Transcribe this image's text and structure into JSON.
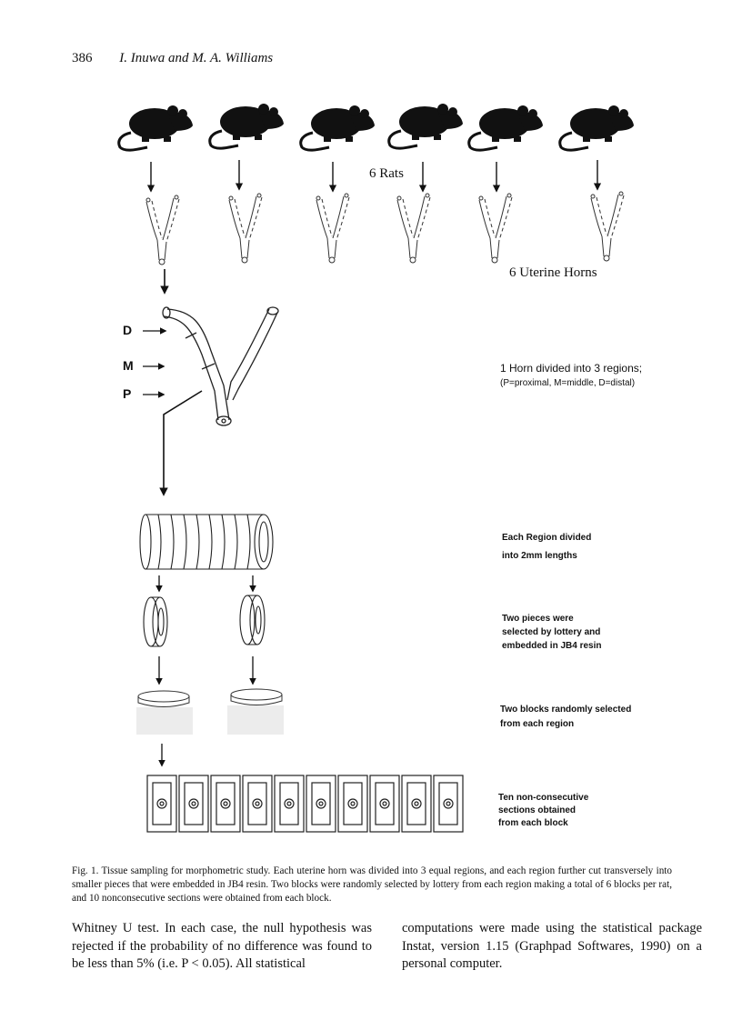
{
  "header": {
    "page_number": "386",
    "authors": "I. Inuwa and M. A. Williams"
  },
  "figure": {
    "labels": {
      "rats": "6 Rats",
      "horns": "6 Uterine Horns",
      "d": "D",
      "m": "M",
      "p": "P",
      "divided": "1 Horn divided into 3 regions;",
      "divided_key": "(P=proximal, M=middle, D=distal)",
      "region_line1": "Each Region divided",
      "region_line2": "into 2mm lengths",
      "pieces_line1": "Two pieces were",
      "pieces_line2": "selected by lottery and",
      "pieces_line3": "embedded in JB4 resin",
      "blocks_line1": "Two blocks randomly selected",
      "blocks_line2": "from each region",
      "sections_line1": "Ten non-consecutive",
      "sections_line2": "sections obtained",
      "sections_line3": "from each block"
    },
    "caption": "Fig. 1. Tissue sampling for morphometric study. Each uterine horn was divided into 3 equal regions, and each region further cut transversely into smaller pieces that were embedded in JB4 resin. Two blocks were randomly selected by lottery from each region making a total of 6 blocks per rat, and 10 nonconsecutive sections were obtained from each block."
  },
  "body_text": {
    "left_column": "Whitney U test. In each case, the null hypothesis was rejected if the probability of no difference was found to be less than 5% (i.e. P < 0.05). All statistical",
    "right_column": "computations were made using the statistical package Instat, version 1.15 (Graphpad Softwares, 1990) on a personal computer."
  }
}
